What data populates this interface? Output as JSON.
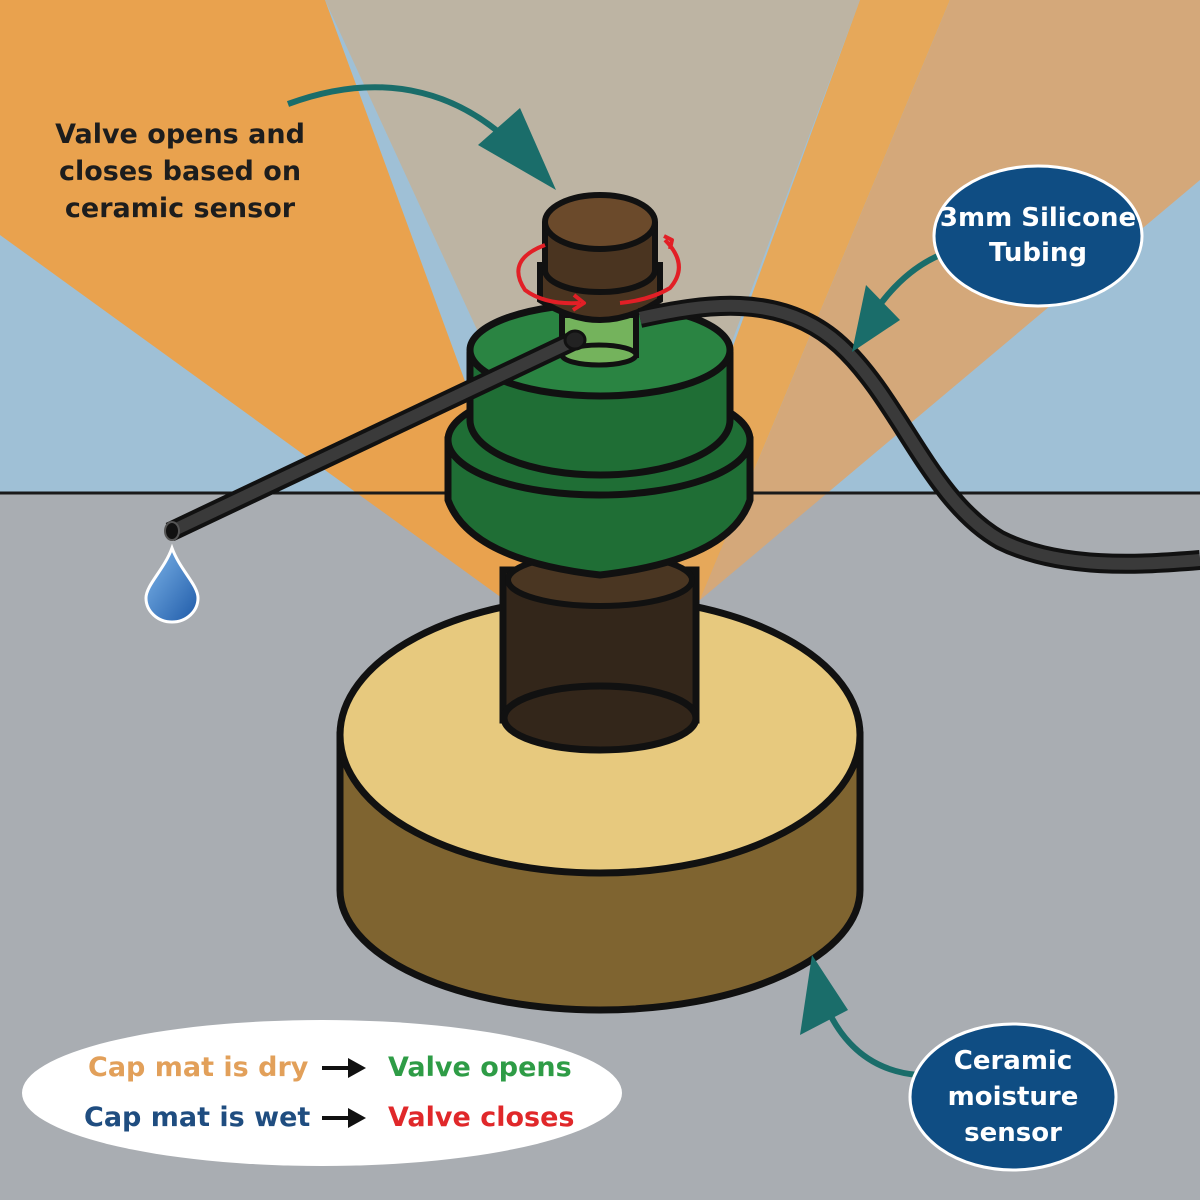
{
  "callouts": {
    "valve": {
      "lines": [
        "Valve opens and",
        "closes based on",
        "ceramic sensor"
      ]
    },
    "tubing": {
      "lines": [
        "3mm Silicone",
        "Tubing"
      ]
    },
    "sensor": {
      "lines": [
        "Ceramic",
        "moisture",
        "sensor"
      ]
    }
  },
  "legend": {
    "rows": [
      {
        "condition": "Cap mat is dry",
        "result": "Valve opens",
        "condition_color": "#e2a05a",
        "result_color": "#2e9c46"
      },
      {
        "condition": "Cap mat is wet",
        "result": "Valve closes",
        "condition_color": "#1f4d80",
        "result_color": "#e0282a"
      }
    ]
  },
  "colors": {
    "sky": "#9fc0d6",
    "ground": "#a9adb2",
    "ray_orange": "#e9a24e",
    "ray_beige": "#bdb4a3",
    "valve_green": "#1f6e35",
    "valve_stem": "#3a2a1a",
    "sensor_top": "#e7c97e",
    "sensor_side": "#7f6430",
    "bubble_blue": "#0f4d83",
    "arrow_teal": "#1a6d6a",
    "rotation_red": "#e21f26"
  },
  "icons": [
    "water-drop-icon",
    "rotation-arrows-icon",
    "right-arrow-icon"
  ]
}
